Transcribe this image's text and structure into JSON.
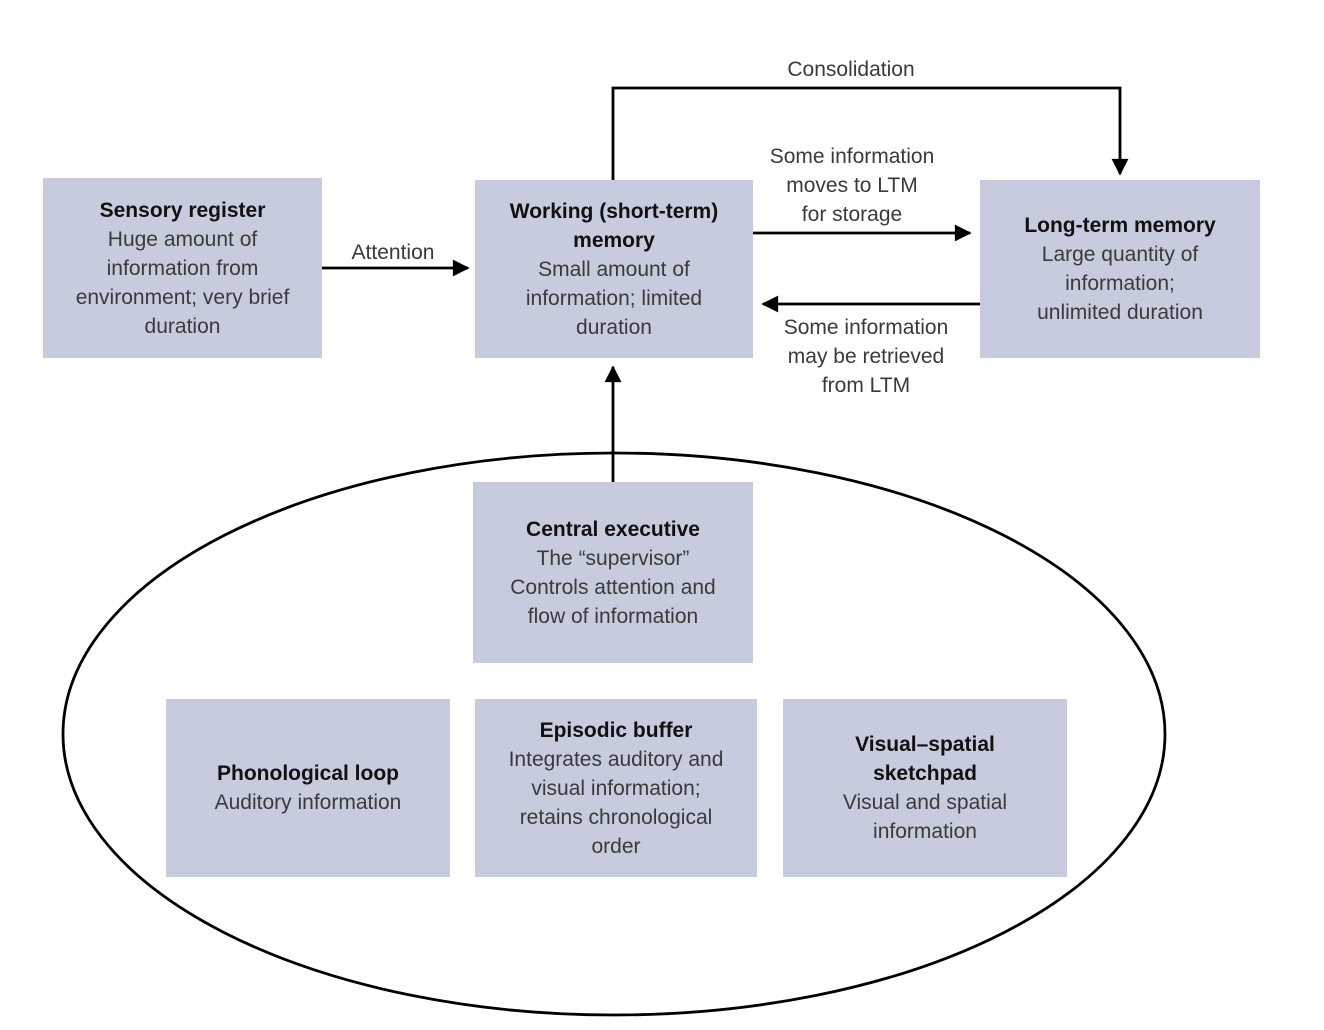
{
  "colors": {
    "box_fill": "#c6cbdd",
    "arrow": "#000000",
    "title_text": "#111111",
    "body_text": "#3a3a3a",
    "background": "#ffffff"
  },
  "boxes": {
    "sensory_register": {
      "title": "Sensory register",
      "body_lines": [
        "Huge amount of",
        "information from",
        "environment; very brief",
        "duration"
      ]
    },
    "working_memory": {
      "title_lines": [
        "Working (short-term)",
        "memory"
      ],
      "body_lines": [
        "Small amount of",
        "information; limited",
        "duration"
      ]
    },
    "long_term_memory": {
      "title": "Long-term memory",
      "body_lines": [
        "Large quantity of",
        "information;",
        "unlimited duration"
      ]
    },
    "central_executive": {
      "title": "Central executive",
      "body_lines": [
        "The “supervisor”",
        "Controls attention and",
        "flow of information"
      ]
    },
    "phonological_loop": {
      "title": "Phonological loop",
      "body_lines": [
        "Auditory information"
      ]
    },
    "episodic_buffer": {
      "title": "Episodic buffer",
      "body_lines": [
        "Integrates auditory and",
        "visual information;",
        "retains chronological",
        "order"
      ]
    },
    "visual_spatial_sketchpad": {
      "title_lines": [
        "Visual–spatial",
        "sketchpad"
      ],
      "body_lines": [
        "Visual and spatial",
        "information"
      ]
    }
  },
  "labels": {
    "attention": "Attention",
    "consolidation": "Consolidation",
    "to_ltm_lines": [
      "Some information",
      "moves to LTM",
      "for storage"
    ],
    "from_ltm_lines": [
      "Some information",
      "may be retrieved",
      "from LTM"
    ]
  }
}
